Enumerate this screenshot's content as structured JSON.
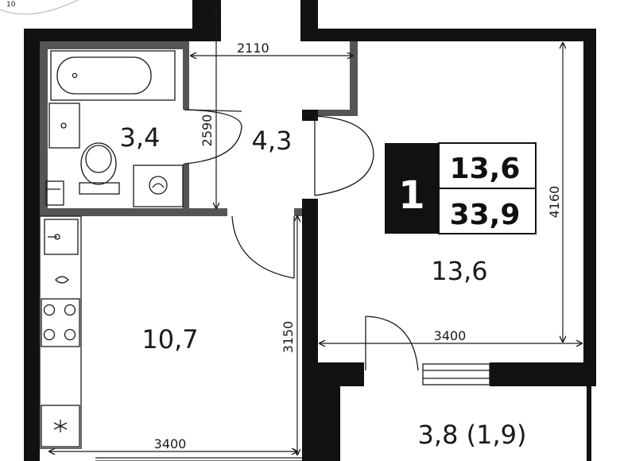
{
  "apartment": {
    "rooms": "1",
    "living_area": "13,6",
    "total_area": "33,9"
  },
  "room_areas": {
    "bathroom": "3,4",
    "hall": "4,3",
    "kitchen": "10,7",
    "bedroom": "13,6",
    "balcony": "3,8 (1,9)"
  },
  "dimensions": {
    "hall_width": "2110",
    "hall_length": "2590",
    "bedroom_length": "4160",
    "bedroom_width": "3400",
    "kitchen_length": "3150",
    "kitchen_width": "3400"
  },
  "corner_mark": "10"
}
